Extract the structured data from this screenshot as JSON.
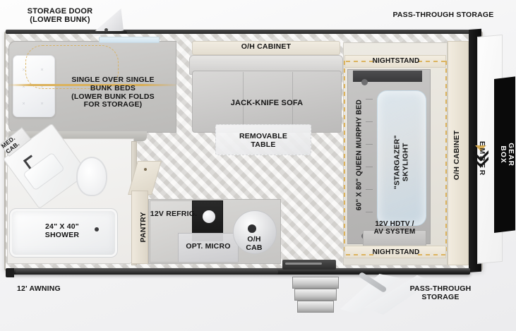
{
  "diagram": {
    "type": "rv-floorplan",
    "brand": "EMBER",
    "rear_panel_label": "GEAR BOX"
  },
  "labels": {
    "storage_door": "STORAGE DOOR\n(LOWER BUNK)",
    "pass_through_top": "PASS-THROUGH STORAGE",
    "bunk_beds": "SINGLE OVER SINGLE\nBUNK BEDS\n(LOWER BUNK FOLDS\nFOR STORAGE)",
    "oh_cabinet_top": "O/H CABINET",
    "jack_knife_sofa": "JACK-KNIFE SOFA",
    "removable_table": "REMOVABLE\nTABLE",
    "nightstand_top": "NIGHTSTAND",
    "nightstand_bottom": "NIGHTSTAND",
    "murphy_bed": "60\" X 80\" QUEEN MURPHY BED",
    "stargazer_skylight": "\"STARGAZER\"\nSKYLIGHT",
    "hdtv": "12V HDTV /\nAV SYSTEM",
    "oh_cabinet_right": "O/H CABINET",
    "med_cab": "MED.\nCAB.",
    "shower": "24\" X 40\"\nSHOWER",
    "pantry": "PANTRY",
    "refrigerator": "12V REFRIG.",
    "opt_micro": "OPT. MICRO",
    "oh_cab_kitchen": "O/H\nCAB",
    "awning": "12' AWNING",
    "pass_through_bottom": "PASS-THROUGH\nSTORAGE"
  },
  "colors": {
    "gold_accent": "#d9ae56",
    "shell_border": "#b9b6ae",
    "text": "#141414",
    "gearbox_bg": "#0a0a0a",
    "rail_dark": "#1b1b1b"
  }
}
